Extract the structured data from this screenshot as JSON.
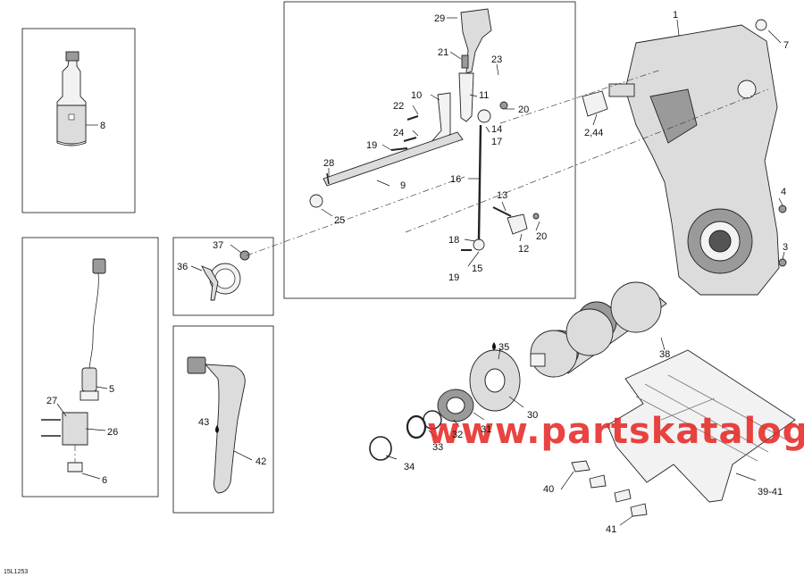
{
  "labels": {
    "l1": "1",
    "l2_44": "2,44",
    "l3": "3",
    "l4": "4",
    "l5": "5",
    "l6": "6",
    "l7": "7",
    "l8": "8",
    "l9": "9",
    "l10": "10",
    "l11": "11",
    "l12": "12",
    "l13": "13",
    "l14": "14",
    "l15": "15",
    "l16": "16",
    "l17": "17",
    "l18": "18",
    "l19a": "19",
    "l19b": "19",
    "l20a": "20",
    "l20b": "20",
    "l21": "21",
    "l22": "22",
    "l23": "23",
    "l24": "24",
    "l25": "25",
    "l26": "26",
    "l27": "27",
    "l28": "28",
    "l29": "29",
    "l30": "30",
    "l31": "31",
    "l32": "32",
    "l33": "33",
    "l34": "34",
    "l35": "35",
    "l36": "36",
    "l37": "37",
    "l38": "38",
    "l39_41": "39-41",
    "l40": "40",
    "l41": "41",
    "l42": "42",
    "l43": "43"
  },
  "watermark": "www.partskatalog.ru",
  "figure_code": "15L1253",
  "colors": {
    "watermark": "#e52421",
    "line": "#111111",
    "part_fill": "#dcdcdc"
  }
}
